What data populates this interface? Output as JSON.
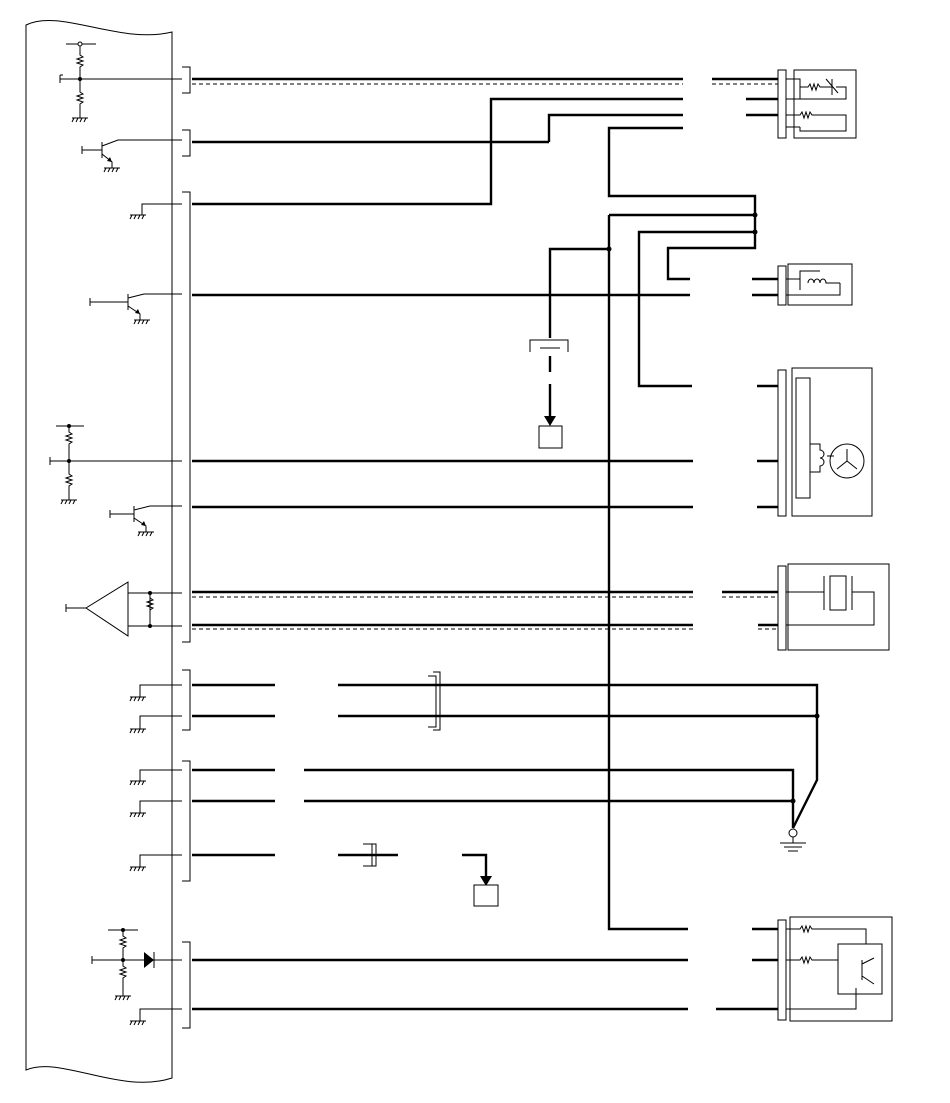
{
  "diagram": {
    "type": "wiring-schematic",
    "text_labels": [],
    "colors": {
      "line": "#000000",
      "background": "#ffffff"
    },
    "components": [
      "control-module",
      "sensor-1",
      "actuator-coil",
      "motor-sensor",
      "crystal-sensor",
      "transistor-module",
      "ground-point",
      "connector-block-upper",
      "connector-block-lower"
    ]
  }
}
